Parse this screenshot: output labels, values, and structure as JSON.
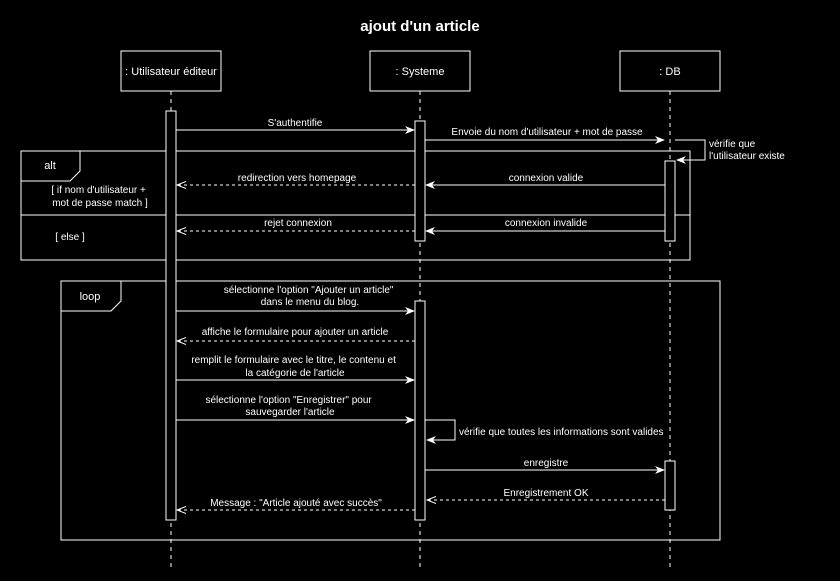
{
  "title": "ajout d'un article",
  "colors": {
    "background": "#000000",
    "line": "#ffffff",
    "label_bg": "#000000",
    "text": "#ffffff"
  },
  "participants": [
    {
      "id": "user",
      "label": ": Utilisateur éditeur"
    },
    {
      "id": "system",
      "label": ": Systeme"
    },
    {
      "id": "db",
      "label": ": DB"
    }
  ],
  "fragments": {
    "alt": {
      "label": "alt",
      "guard_if": "[ if nom d'utilisateur + mot de passe match ]",
      "guard_if_line1": "[ if nom d'utilisateur +",
      "guard_if_line2": "mot de passe match ]",
      "guard_else": "[ else ]"
    },
    "loop": {
      "label": "loop"
    }
  },
  "messages": [
    {
      "id": "m1",
      "from": "user",
      "to": "system",
      "style": "solid",
      "lines": [
        "S'authentifie"
      ]
    },
    {
      "id": "m2",
      "from": "system",
      "to": "db",
      "style": "solid",
      "lines": [
        "Envoie du nom d'utilisateur + mot de passe"
      ]
    },
    {
      "id": "m3",
      "from": "db",
      "to": "db",
      "style": "self",
      "lines": [
        "vérifie que",
        "l'utilisateur existe"
      ]
    },
    {
      "id": "m4",
      "from": "db",
      "to": "system",
      "style": "solid",
      "lines": [
        "connexion valide"
      ]
    },
    {
      "id": "m5",
      "from": "system",
      "to": "user",
      "style": "dashed",
      "lines": [
        "redirection vers homepage"
      ]
    },
    {
      "id": "m6",
      "from": "db",
      "to": "system",
      "style": "solid",
      "lines": [
        "connexion invalide"
      ]
    },
    {
      "id": "m7",
      "from": "system",
      "to": "user",
      "style": "dashed",
      "lines": [
        "rejet connexion"
      ]
    },
    {
      "id": "m8",
      "from": "user",
      "to": "system",
      "style": "solid",
      "lines": [
        "sélectionne l'option \"Ajouter un article\"",
        "dans le menu du blog."
      ]
    },
    {
      "id": "m9",
      "from": "system",
      "to": "user",
      "style": "dashed",
      "lines": [
        "affiche le formulaire pour ajouter un article"
      ]
    },
    {
      "id": "m10",
      "from": "user",
      "to": "system",
      "style": "solid",
      "lines": [
        "remplit le formulaire avec le titre, le contenu et",
        "la catégorie de l'article"
      ]
    },
    {
      "id": "m11",
      "from": "user",
      "to": "system",
      "style": "solid",
      "lines": [
        "sélectionne l'option \"Enregistrer\" pour",
        "sauvegarder l'article"
      ]
    },
    {
      "id": "m12",
      "from": "system",
      "to": "system",
      "style": "self",
      "lines": [
        "vérifie que toutes les informations sont valides"
      ]
    },
    {
      "id": "m13",
      "from": "system",
      "to": "db",
      "style": "solid",
      "lines": [
        "enregistre"
      ]
    },
    {
      "id": "m14",
      "from": "db",
      "to": "system",
      "style": "dashed",
      "lines": [
        "Enregistrement OK"
      ]
    },
    {
      "id": "m15",
      "from": "system",
      "to": "user",
      "style": "dashed",
      "lines": [
        "Message : \"Article ajouté avec succès\""
      ]
    }
  ]
}
